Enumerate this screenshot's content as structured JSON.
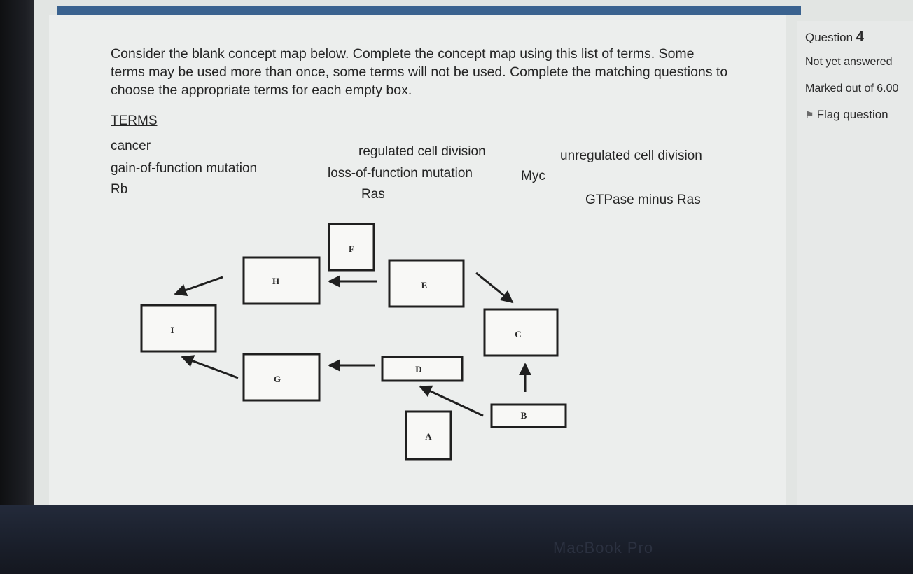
{
  "question": {
    "label": "Question",
    "number": "4",
    "status": "Not yet answered",
    "marks": "Marked out of 6.00",
    "flag_label": "Flag question",
    "flag_icon": "flag-icon"
  },
  "prompt": {
    "lines": [
      "Consider the blank concept map below.  Complete the concept map using this list of terms.  Some",
      "terms may be used more than once, some terms will not be used.  Complete the matching questions to",
      "choose the appropriate terms for each empty box."
    ]
  },
  "terms": {
    "heading": "TERMS",
    "items": [
      "cancer",
      "regulated cell division",
      "unregulated cell division",
      "gain-of-function mutation",
      "loss-of-function mutation",
      "Myc",
      "Rb",
      "Ras",
      "GTPase minus Ras"
    ]
  },
  "concept_map": {
    "boxes": [
      "F",
      "H",
      "E",
      "I",
      "C",
      "G",
      "D",
      "B",
      "A"
    ]
  },
  "device": {
    "brand": "MacBook Pro"
  }
}
